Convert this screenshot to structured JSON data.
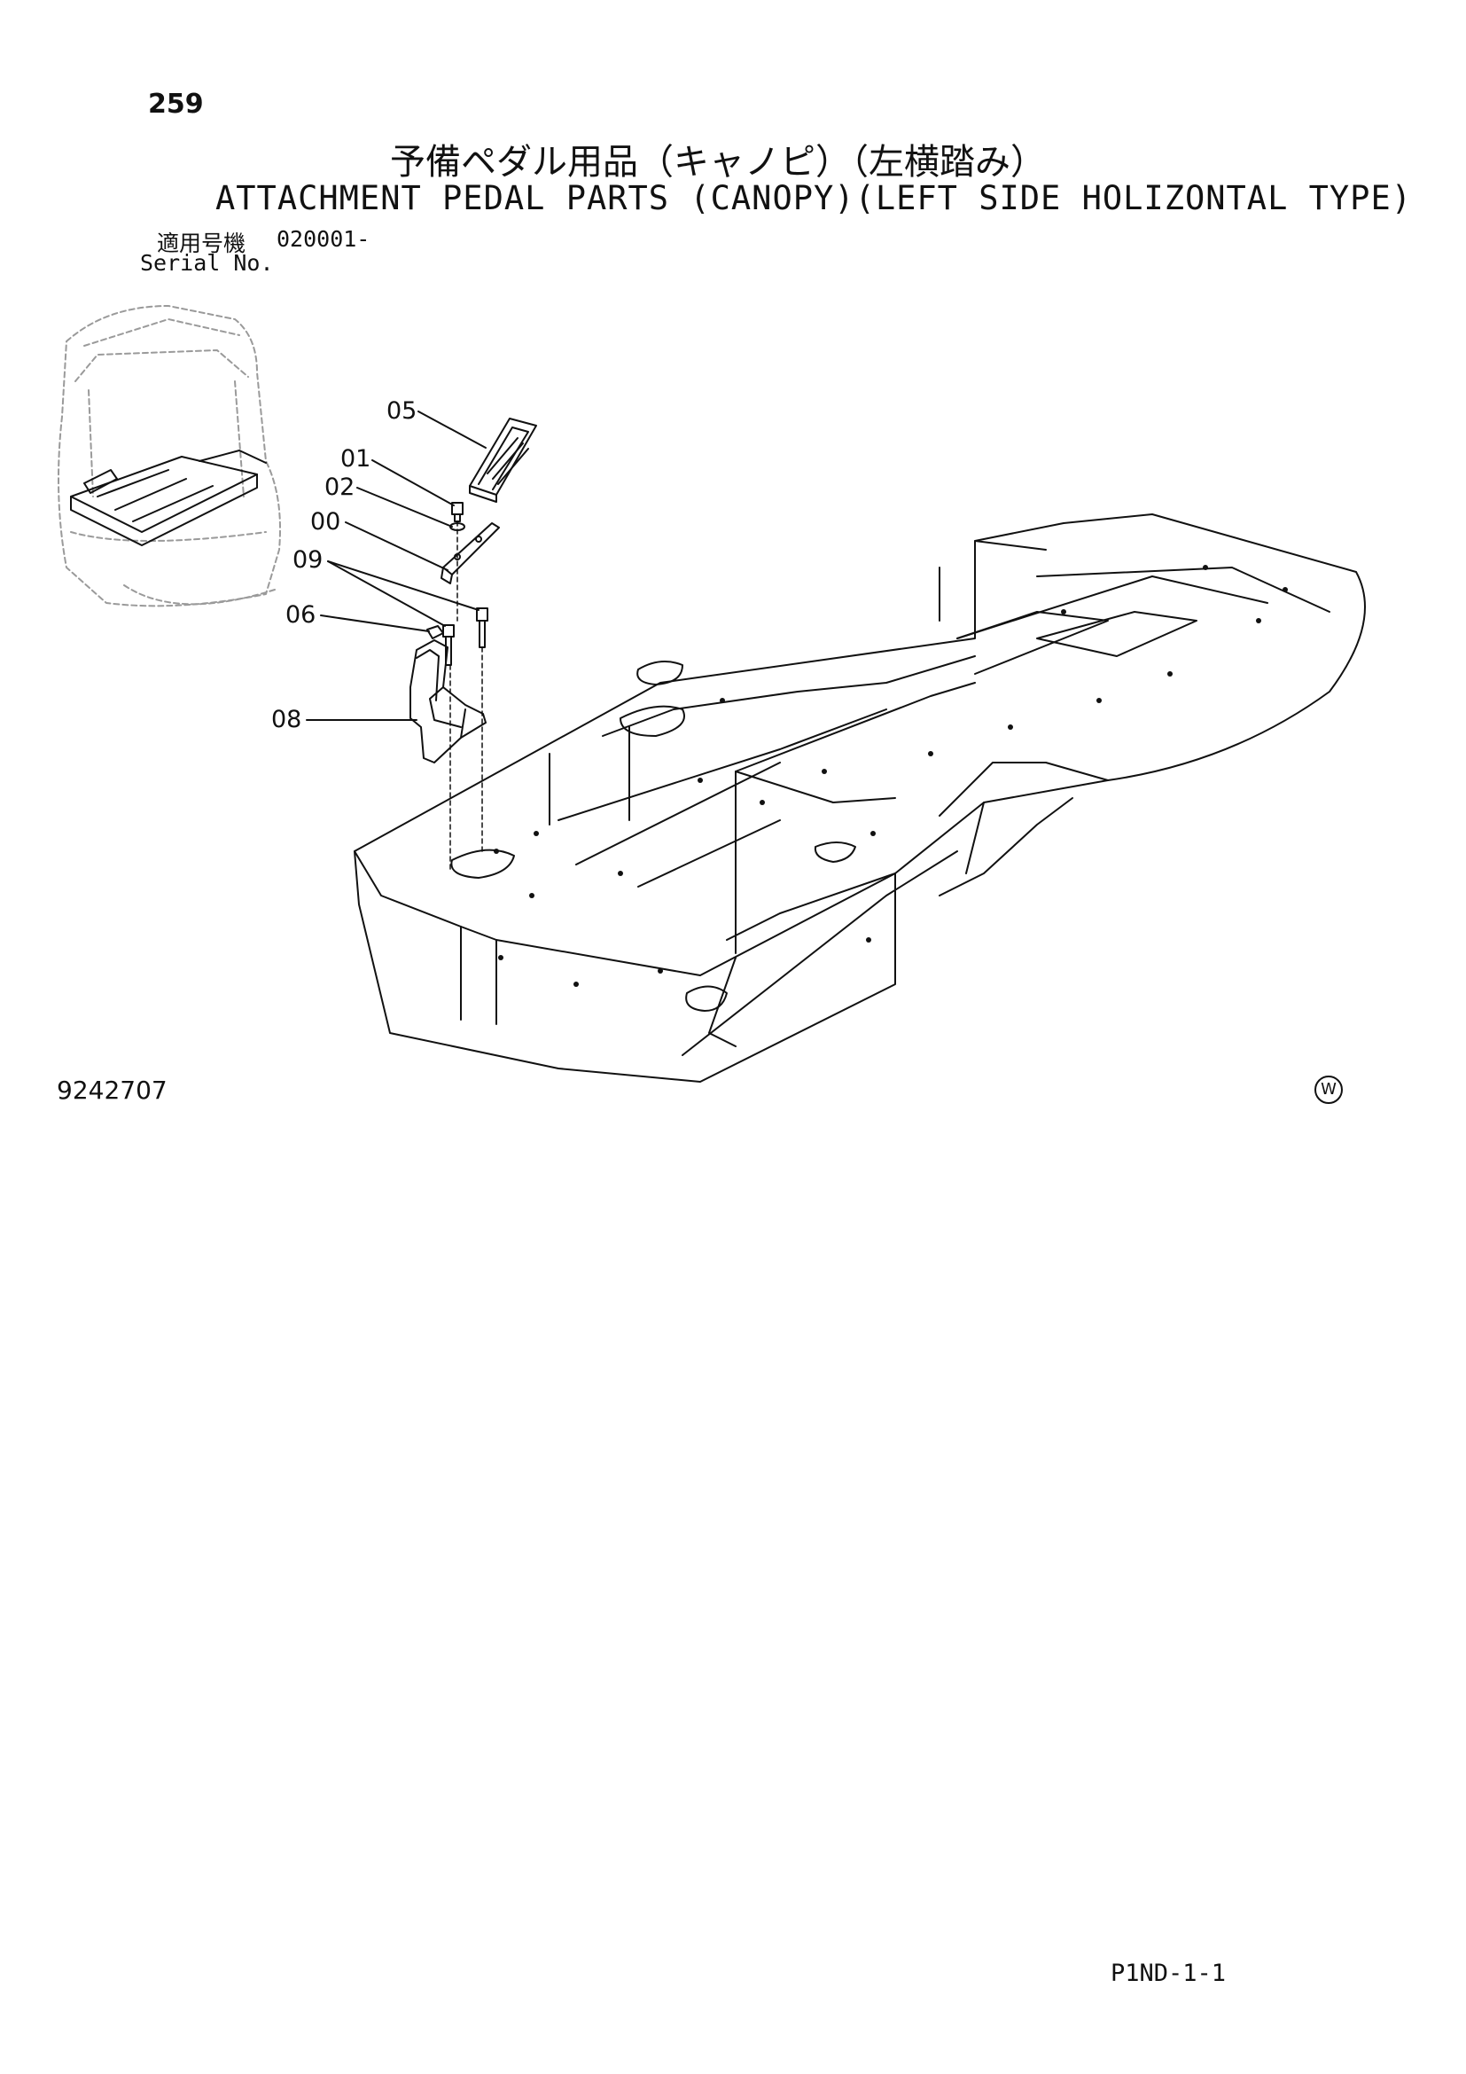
{
  "header": {
    "page_number": "259",
    "title_jp": "予備ペダル用品（キャノピ）（左横踏み）",
    "title_en": "ATTACHMENT PEDAL PARTS (CANOPY)(LEFT SIDE HOLIZONTAL TYPE)",
    "applicable_label": "適用号機",
    "serial_value": "020001-",
    "serial_label": "Serial No."
  },
  "callouts": [
    {
      "id": "05",
      "label": "05"
    },
    {
      "id": "01",
      "label": "01"
    },
    {
      "id": "02",
      "label": "02"
    },
    {
      "id": "00",
      "label": "00"
    },
    {
      "id": "09",
      "label": "09"
    },
    {
      "id": "06",
      "label": "06"
    },
    {
      "id": "08",
      "label": "08"
    }
  ],
  "footer": {
    "figure_number": "9242707",
    "w_mark": "W",
    "page_code": "P1ND-1-1"
  },
  "colors": {
    "line": "#111111",
    "hidden_line": "#9a9a9a",
    "background": "#ffffff"
  }
}
